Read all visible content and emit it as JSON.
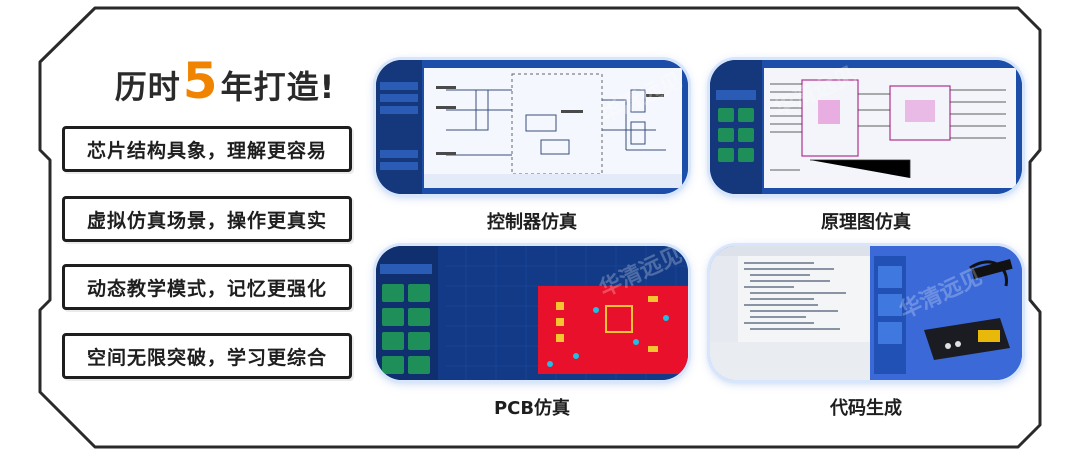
{
  "headline": {
    "prefix": "历时",
    "number": "5",
    "suffix": "年打造!"
  },
  "features": [
    "芯片结构具象，理解更容易",
    "虚拟仿真场景，操作更真实",
    "动态教学模式，记忆更强化",
    "空间无限突破，学习更综合"
  ],
  "screens": [
    {
      "caption": "控制器仿真"
    },
    {
      "caption": "原理图仿真"
    },
    {
      "caption": "PCB仿真"
    },
    {
      "caption": "代码生成"
    }
  ],
  "watermark": "华清远见",
  "colors": {
    "accent": "#f08300",
    "border": "#1e1e1e",
    "panel_blue": "#2b6fd4",
    "sidebar_dark": "#1a3a78",
    "pcb_red": "#e8102a"
  }
}
